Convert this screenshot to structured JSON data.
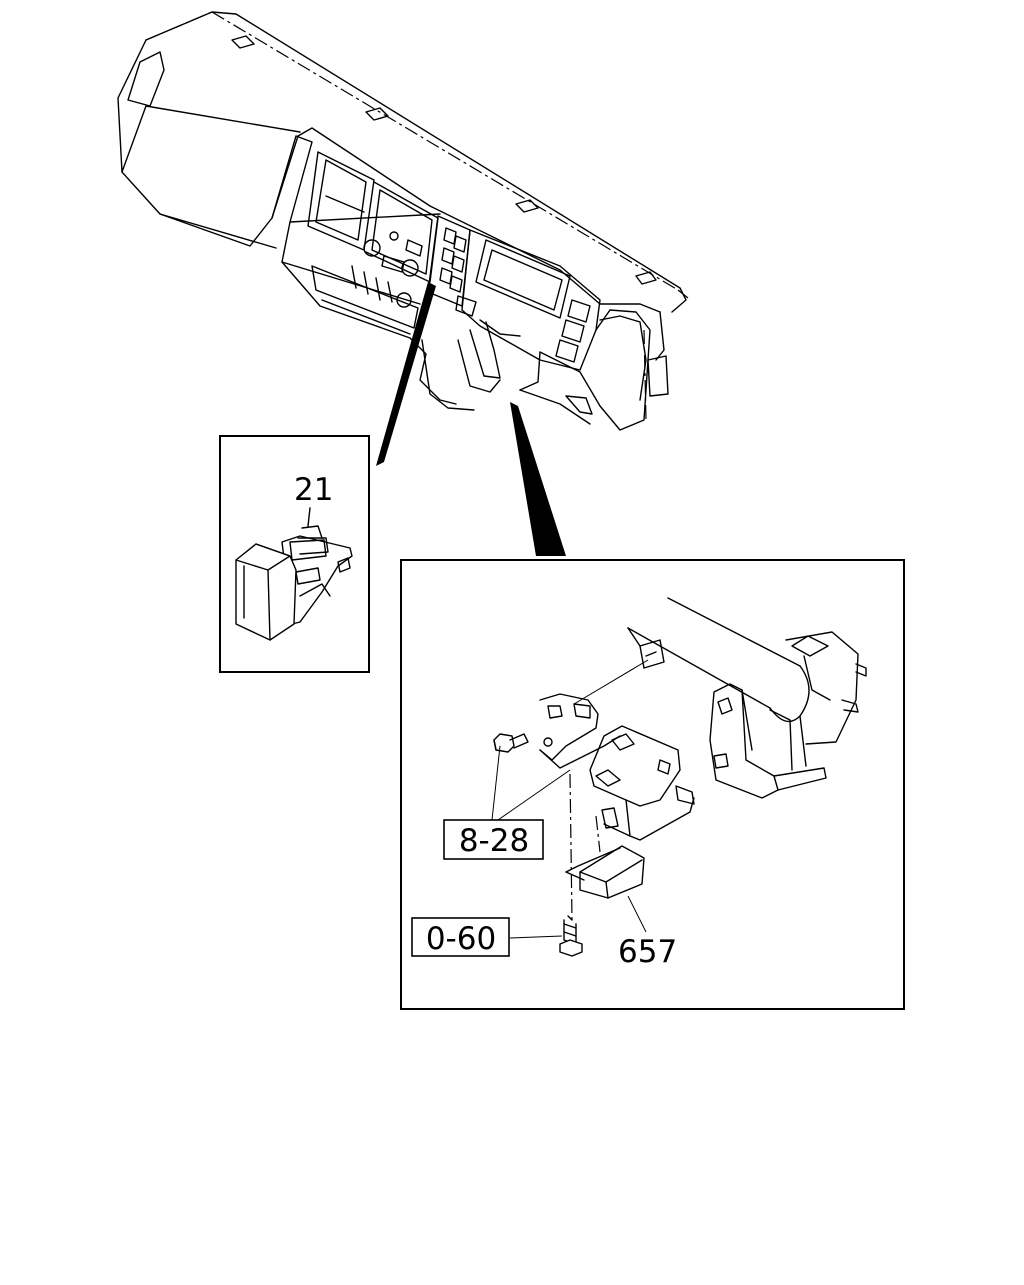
{
  "callouts": {
    "part_21": "21",
    "part_657": "657",
    "ref_8_28": "8-28",
    "ref_0_60": "0-60"
  },
  "colors": {
    "ink": "#000000",
    "paper": "#ffffff"
  }
}
